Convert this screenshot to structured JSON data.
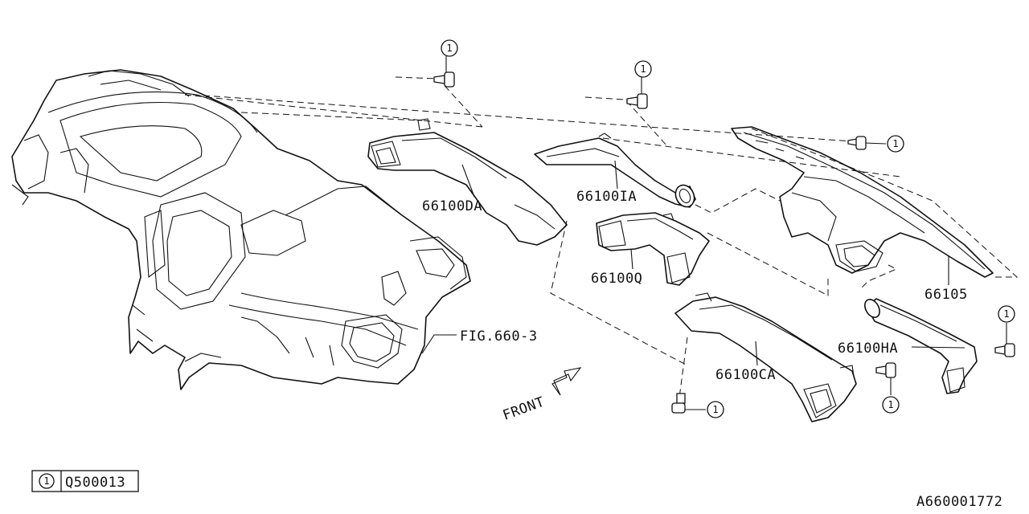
{
  "parts": {
    "duct_da": "66100DA",
    "duct_ia": "66100IA",
    "duct_q": "66100Q",
    "duct_ca": "66100CA",
    "duct_ha": "66100HA",
    "nozzle_66105": "66105"
  },
  "reference": "FIG.660-3",
  "front_label": "FRONT",
  "callout_number": "1",
  "legend": {
    "number": "1",
    "part_number": "Q500013"
  },
  "diagram_id": "A660001772"
}
